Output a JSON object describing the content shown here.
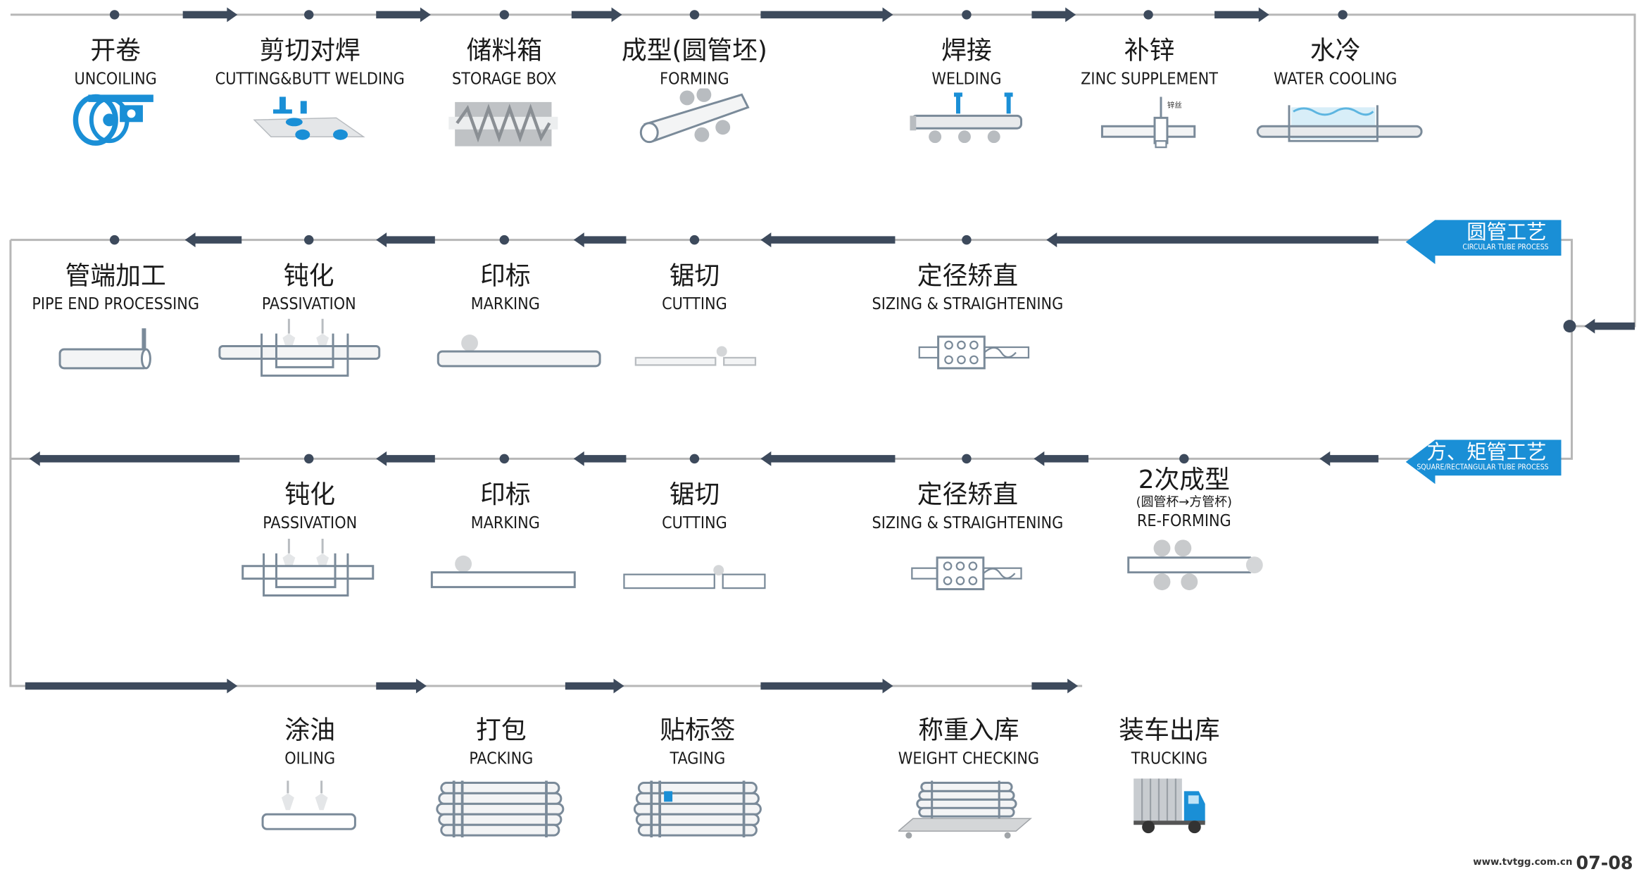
{
  "colors": {
    "line": "#b7b7b7",
    "arrow": "#3d4a5c",
    "dot": "#3d4a5c",
    "accent": "#1a8fd6",
    "icon": "#7a8a99"
  },
  "row1": [
    {
      "zh": "开卷",
      "en": "UNCOILING",
      "icon": "uncoiler-icon"
    },
    {
      "zh": "剪切对焊",
      "en": "CUTTING&BUTT WELDING",
      "icon": "butt-welder-icon"
    },
    {
      "zh": "储料箱",
      "en": "STORAGE BOX",
      "icon": "storage-box-icon"
    },
    {
      "zh": "成型(圆管坯)",
      "en": "FORMING",
      "icon": "forming-rolls-icon"
    },
    {
      "zh": "焊接",
      "en": "WELDING",
      "icon": "welding-icon"
    },
    {
      "zh": "补锌",
      "en": "ZINC SUPPLEMENT",
      "icon": "zinc-spray-icon",
      "note": "锌丝"
    },
    {
      "zh": "水冷",
      "en": "WATER COOLING",
      "icon": "water-tank-icon"
    }
  ],
  "row2": [
    {
      "zh": "管端加工",
      "en": "PIPE END PROCESSING",
      "icon": "pipe-end-icon"
    },
    {
      "zh": "钝化",
      "en": "PASSIVATION",
      "icon": "passivation-tank-icon"
    },
    {
      "zh": "印标",
      "en": "MARKING",
      "icon": "marking-icon"
    },
    {
      "zh": "锯切",
      "en": "CUTTING",
      "icon": "saw-icon"
    },
    {
      "zh": "定径矫直",
      "en": "SIZING & STRAIGHTENING",
      "icon": "sizing-rolls-icon"
    }
  ],
  "row3": [
    {
      "zh": "钝化",
      "en": "PASSIVATION",
      "icon": "passivation-tank-icon"
    },
    {
      "zh": "印标",
      "en": "MARKING",
      "icon": "marking-icon"
    },
    {
      "zh": "锯切",
      "en": "CUTTING",
      "icon": "saw-icon"
    },
    {
      "zh": "定径矫直",
      "en": "SIZING & STRAIGHTENING",
      "icon": "sizing-rolls-icon"
    },
    {
      "zh": "2次成型",
      "sub": "(圆管杯→方管杯)",
      "en": "RE-FORMING",
      "icon": "reforming-icon"
    }
  ],
  "row4": [
    {
      "zh": "涂油",
      "en": "OILING",
      "icon": "oiling-icon"
    },
    {
      "zh": "打包",
      "en": "PACKING",
      "icon": "bundle-icon"
    },
    {
      "zh": "贴标签",
      "en": "TAGING",
      "icon": "tagged-bundle-icon"
    },
    {
      "zh": "称重入库",
      "en": "WEIGHT CHECKING",
      "icon": "scale-icon"
    },
    {
      "zh": "装车出库",
      "en": "TRUCKING",
      "icon": "truck-icon"
    }
  ],
  "badges": {
    "circular": {
      "zh": "圆管工艺",
      "en": "CIRCULAR TUBE PROCESS"
    },
    "square": {
      "zh": "方、矩管工艺",
      "en": "SQUARE/RECTANGULAR TUBE PROCESS"
    }
  },
  "footer": {
    "url": "www.tvtgg.com.cn",
    "page": "07-08"
  }
}
